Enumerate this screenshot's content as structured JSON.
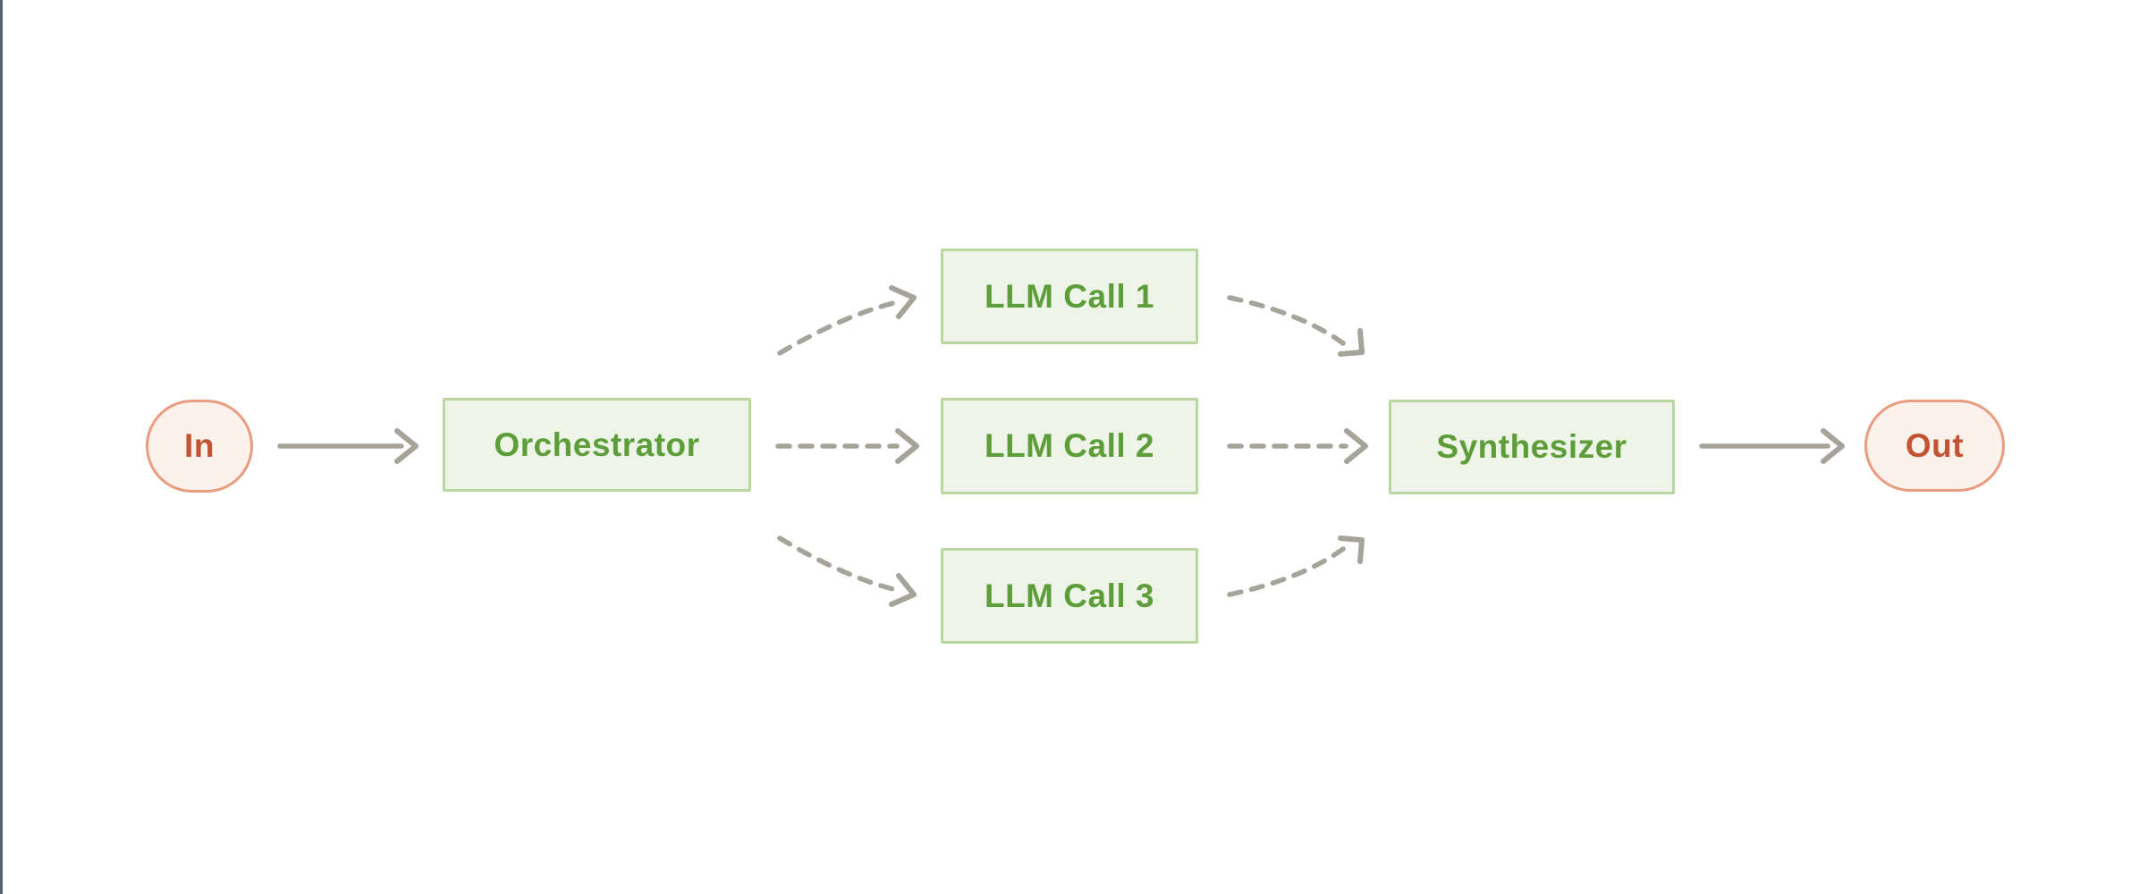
{
  "colors": {
    "background": "#ffffff",
    "edge-line": "#50656e",
    "green-fill": "#eef4e8",
    "green-border": "#b9d7a0",
    "green-text": "#5d9e3a",
    "pink-fill": "#fdf1ec",
    "pink-border": "#e89c80",
    "red-text": "#c25433",
    "arrow-gray": "#a6a39a"
  },
  "nodes": {
    "in": {
      "label": "In"
    },
    "orchestrator": {
      "label": "Orchestrator"
    },
    "llm_call_1": {
      "label": "LLM Call 1"
    },
    "llm_call_2": {
      "label": "LLM Call 2"
    },
    "llm_call_3": {
      "label": "LLM Call 3"
    },
    "synthesizer": {
      "label": "Synthesizer"
    },
    "out": {
      "label": "Out"
    }
  },
  "edges": [
    {
      "from": "In",
      "to": "Orchestrator",
      "style": "solid"
    },
    {
      "from": "Orchestrator",
      "to": "LLM Call 1",
      "style": "dashed"
    },
    {
      "from": "Orchestrator",
      "to": "LLM Call 2",
      "style": "dashed"
    },
    {
      "from": "Orchestrator",
      "to": "LLM Call 3",
      "style": "dashed"
    },
    {
      "from": "LLM Call 1",
      "to": "Synthesizer",
      "style": "dashed"
    },
    {
      "from": "LLM Call 2",
      "to": "Synthesizer",
      "style": "dashed"
    },
    {
      "from": "LLM Call 3",
      "to": "Synthesizer",
      "style": "dashed"
    },
    {
      "from": "Synthesizer",
      "to": "Out",
      "style": "solid"
    }
  ]
}
